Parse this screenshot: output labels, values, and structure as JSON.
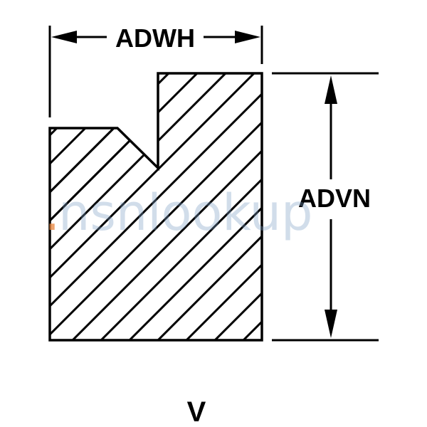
{
  "diagram": {
    "width_label": "ADWH",
    "height_label": "ADVN",
    "shape_label": "V"
  },
  "watermark": {
    "dot_text": ".",
    "text": "nsnlookup",
    "text_color": "#7a9ec4",
    "dot_color": "#e8843c"
  },
  "colors": {
    "line": "#000000",
    "background": "#ffffff"
  }
}
